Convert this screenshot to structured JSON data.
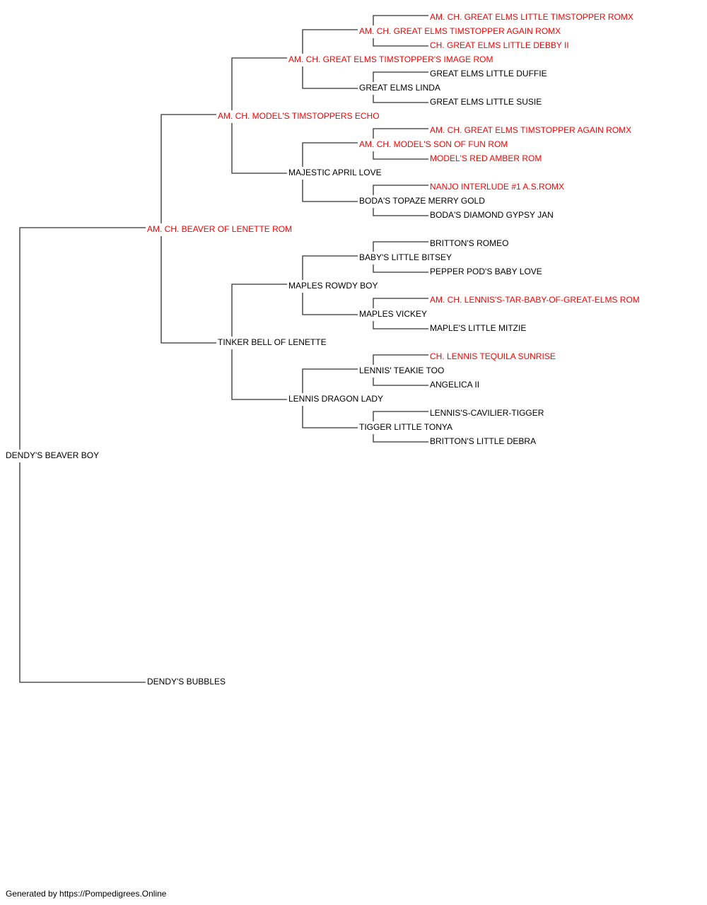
{
  "colors": {
    "champion": "#ff0000",
    "normal": "#000000",
    "line": "#333333"
  },
  "pedigree": {
    "subject": {
      "name": "DENDY'S BEAVER BOY",
      "champion": false
    },
    "sire": {
      "name": "AM. CH. BEAVER OF LENETTE ROM",
      "champion": true
    },
    "dam": {
      "name": "DENDY'S BUBBLES",
      "champion": false
    },
    "sire_sire": {
      "name": "AM. CH. MODEL'S TIMSTOPPERS ECHO",
      "champion": true
    },
    "sire_dam": {
      "name": "TINKER BELL OF LENETTE",
      "champion": false
    },
    "ss_sire": {
      "name": "AM. CH. GREAT ELMS TIMSTOPPER'S IMAGE ROM",
      "champion": true
    },
    "ss_dam": {
      "name": "MAJESTIC APRIL LOVE",
      "champion": false
    },
    "sd_sire": {
      "name": "MAPLES ROWDY BOY",
      "champion": false
    },
    "sd_dam": {
      "name": "LENNIS DRAGON LADY",
      "champion": false
    },
    "gen4": [
      {
        "name": "AM. CH. GREAT ELMS TIMSTOPPER AGAIN ROMX",
        "champion": true
      },
      {
        "name": "GREAT ELMS LINDA",
        "champion": false
      },
      {
        "name": "AM. CH. MODEL'S SON OF FUN ROM",
        "champion": true
      },
      {
        "name": "BODA'S TOPAZE MERRY GOLD",
        "champion": false
      },
      {
        "name": "BABY'S LITTLE BITSEY",
        "champion": false
      },
      {
        "name": "MAPLES VICKEY",
        "champion": false
      },
      {
        "name": "LENNIS' TEAKIE TOO",
        "champion": false
      },
      {
        "name": "TIGGER LITTLE TONYA",
        "champion": false
      }
    ],
    "gen5": [
      {
        "name": "AM. CH. GREAT ELMS LITTLE TIMSTOPPER ROMX",
        "champion": true
      },
      {
        "name": "CH. GREAT ELMS LITTLE DEBBY II",
        "champion": true
      },
      {
        "name": "GREAT ELMS LITTLE DUFFIE",
        "champion": false
      },
      {
        "name": "GREAT ELMS LITTLE SUSIE",
        "champion": false
      },
      {
        "name": "AM. CH. GREAT ELMS TIMSTOPPER AGAIN ROMX",
        "champion": true
      },
      {
        "name": "MODEL'S RED AMBER ROM",
        "champion": true
      },
      {
        "name": "NANJO INTERLUDE #1 A.S.ROMX",
        "champion": true
      },
      {
        "name": "BODA'S DIAMOND GYPSY JAN",
        "champion": false
      },
      {
        "name": "BRITTON'S ROMEO",
        "champion": false
      },
      {
        "name": "PEPPER POD'S BABY LOVE",
        "champion": false
      },
      {
        "name": "AM. CH. LENNIS'S-TAR-BABY-OF-GREAT-ELMS ROM",
        "champion": true
      },
      {
        "name": "MAPLE'S LITTLE MITZIE",
        "champion": false
      },
      {
        "name": "CH. LENNIS TEQUILA SUNRISE",
        "champion": true
      },
      {
        "name": "ANGELICA II",
        "champion": false
      },
      {
        "name": "LENNIS'S-CAVILIER-TIGGER",
        "champion": false
      },
      {
        "name": "BRITTON'S LITTLE DEBRA",
        "champion": false
      }
    ]
  },
  "footer": "Generated by https://Pompedigrees.Online"
}
